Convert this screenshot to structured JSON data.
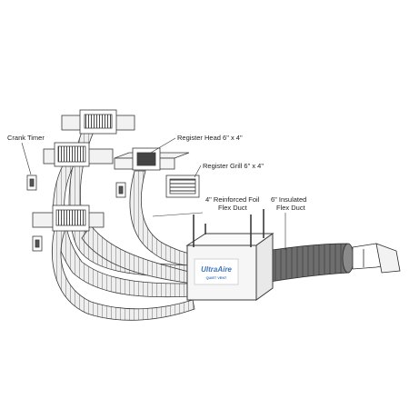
{
  "labels": {
    "crank_timer": "Crank Timer",
    "register_head": "Register Head 6\" x 4\"",
    "register_grill": "Register Grill 6\" x 4\"",
    "foil_duct_line1": "4\" Reinforced Foil",
    "foil_duct_line2": "Flex Duct",
    "insulated_duct_line1": "6\" Insulated",
    "insulated_duct_line2": "Flex Duct"
  },
  "unit_logo": {
    "brand": "UltraAire",
    "tagline": "QUIET VENT"
  },
  "colors": {
    "line": "#3a3a3a",
    "duct_fill": "#eeeeee",
    "insulated_fill": "#707070",
    "unit_fill": "#f6f6f6",
    "logo_blue": "#3f78c0"
  }
}
